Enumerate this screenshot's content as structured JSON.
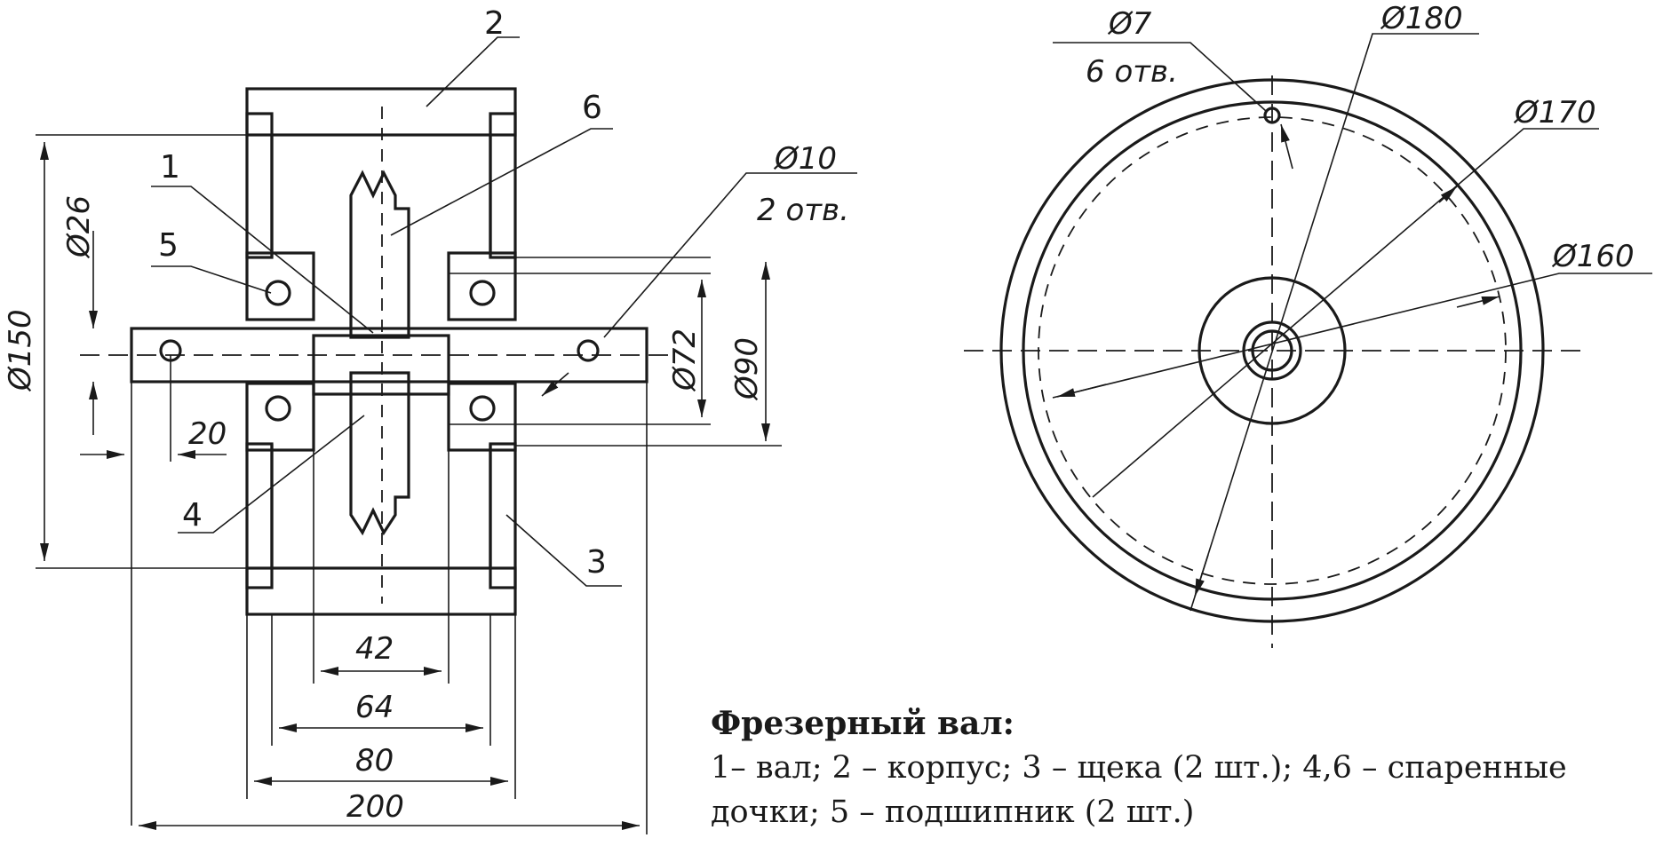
{
  "drawing": {
    "side_view": {
      "part_labels": [
        "1",
        "2",
        "3",
        "4",
        "5",
        "6"
      ],
      "dimensions": {
        "d150": "Ø150",
        "d26": "Ø26",
        "d10": "Ø10",
        "d10_count": "2 отв.",
        "d72": "Ø72",
        "d90": "Ø90",
        "len20": "20",
        "len42": "42",
        "len64": "64",
        "len80": "80",
        "len200": "200"
      }
    },
    "front_view": {
      "dimensions": {
        "d7": "Ø7",
        "d7_count": "6 отв.",
        "d180": "Ø180",
        "d170": "Ø170",
        "d160": "Ø160"
      }
    }
  },
  "caption": {
    "title": "Фрезерный вал:",
    "line1": "1– вал; 2 – корпус; 3 – щека (2 шт.); 4,6 – спаренные",
    "line2": "дочки; 5 – подшипник (2 шт.)"
  },
  "colors": {
    "ink": "#1a1a1a",
    "paper": "#ffffff"
  }
}
